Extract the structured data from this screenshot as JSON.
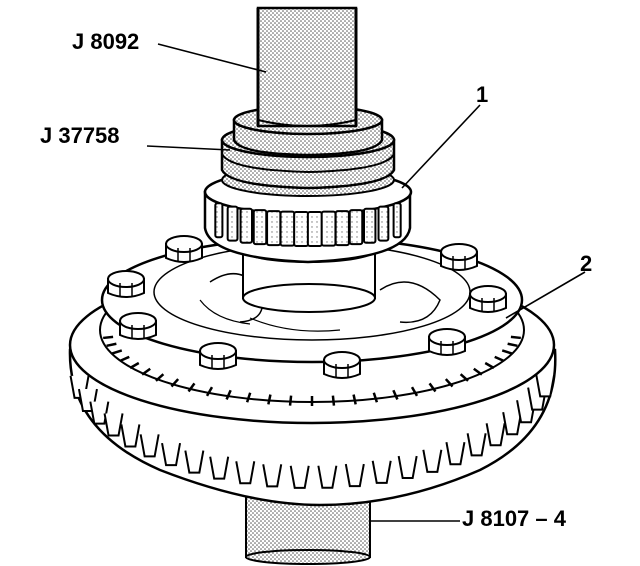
{
  "callouts": {
    "tool_j8092": "J 8092",
    "tool_j37758": "J 37758",
    "item_1": "1",
    "item_2": "2",
    "tool_j8107_4": "J 8107 – 4"
  },
  "colors": {
    "line": "#000000",
    "shade": "#c8c8c8",
    "background": "#ffffff"
  }
}
